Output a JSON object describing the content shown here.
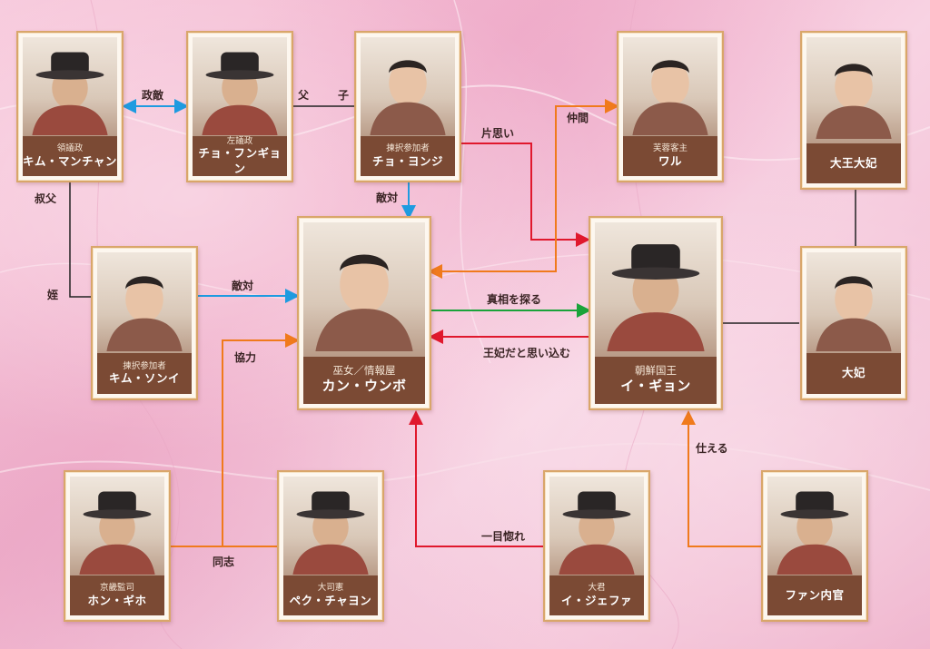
{
  "characters": {
    "kim_manchan": {
      "role": "領議政",
      "name": "キム・マンチャン"
    },
    "cho_fungyon": {
      "role": "左議政",
      "name": "チョ・フンギョン"
    },
    "cho_yonji": {
      "role": "揀択参加者",
      "name": "チョ・ヨンジ"
    },
    "wal": {
      "role": "芙蓉客主",
      "name": "ワル"
    },
    "daewang_daebi": {
      "role": "",
      "name": "大王大妃"
    },
    "kim_soni": {
      "role": "揀択参加者",
      "name": "キム・ソンイ"
    },
    "kang_unbo": {
      "role": "巫女／情報屋",
      "name": "カン・ウンボ"
    },
    "i_gyon": {
      "role": "朝鮮国王",
      "name": "イ・ギョン"
    },
    "daebi": {
      "role": "",
      "name": "大妃"
    },
    "hong_giho": {
      "role": "京畿監司",
      "name": "ホン・ギホ"
    },
    "pek_chayon": {
      "role": "大司憲",
      "name": "ペク・チャヨン"
    },
    "i_jefa": {
      "role": "大君",
      "name": "イ・ジェファ"
    },
    "fan_naigan": {
      "role": "",
      "name": "ファン内官"
    }
  },
  "relations": {
    "seiteki": "政敵",
    "fushi_father": "父",
    "fushi_son": "子",
    "kataomoi": "片思い",
    "nakama": "仲間",
    "shukufu": "叔父",
    "tekitai_yonji": "敵対",
    "mei": "姪",
    "tekitai_soni": "敵対",
    "shinso": "真相を探る",
    "kyoryoku": "協力",
    "ohi_omoikomu": "王妃だと思い込む",
    "tsukaeru": "仕える",
    "doshi": "同志",
    "hitomebore": "一目惚れ"
  },
  "colors": {
    "blue": "#1e9be0",
    "red": "#e0182d",
    "orange": "#f07a1c",
    "green": "#1aa33a",
    "black": "#222222",
    "label_bg": "#7b4a34",
    "frame": "#d9a66a"
  }
}
